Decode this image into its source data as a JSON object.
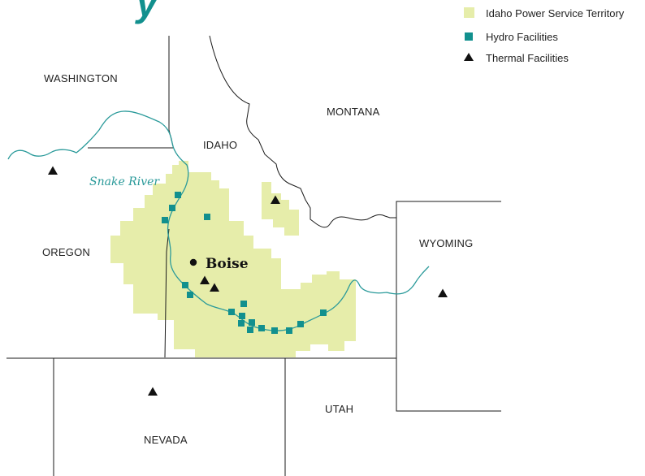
{
  "colors": {
    "territory": "#E6EDAA",
    "hydro": "#12908E",
    "thermal": "#111111",
    "river": "#2A9A9A",
    "borders": "#1A1A1A",
    "title": "#12908E"
  },
  "title_fragment": "y",
  "legend": {
    "territory_label": "Idaho Power Service Territory",
    "hydro_label": "Hydro Facilities",
    "thermal_label": "Thermal Facilities"
  },
  "states": {
    "washington": "WASHINGTON",
    "montana": "MONTANA",
    "idaho": "IDAHO",
    "oregon": "OREGON",
    "wyoming": "WYOMING",
    "nevada": "NEVADA",
    "utah": "UTAH"
  },
  "river_label": "Snake River",
  "city": "Boise",
  "hydro_count": 18,
  "thermal_count": 6
}
